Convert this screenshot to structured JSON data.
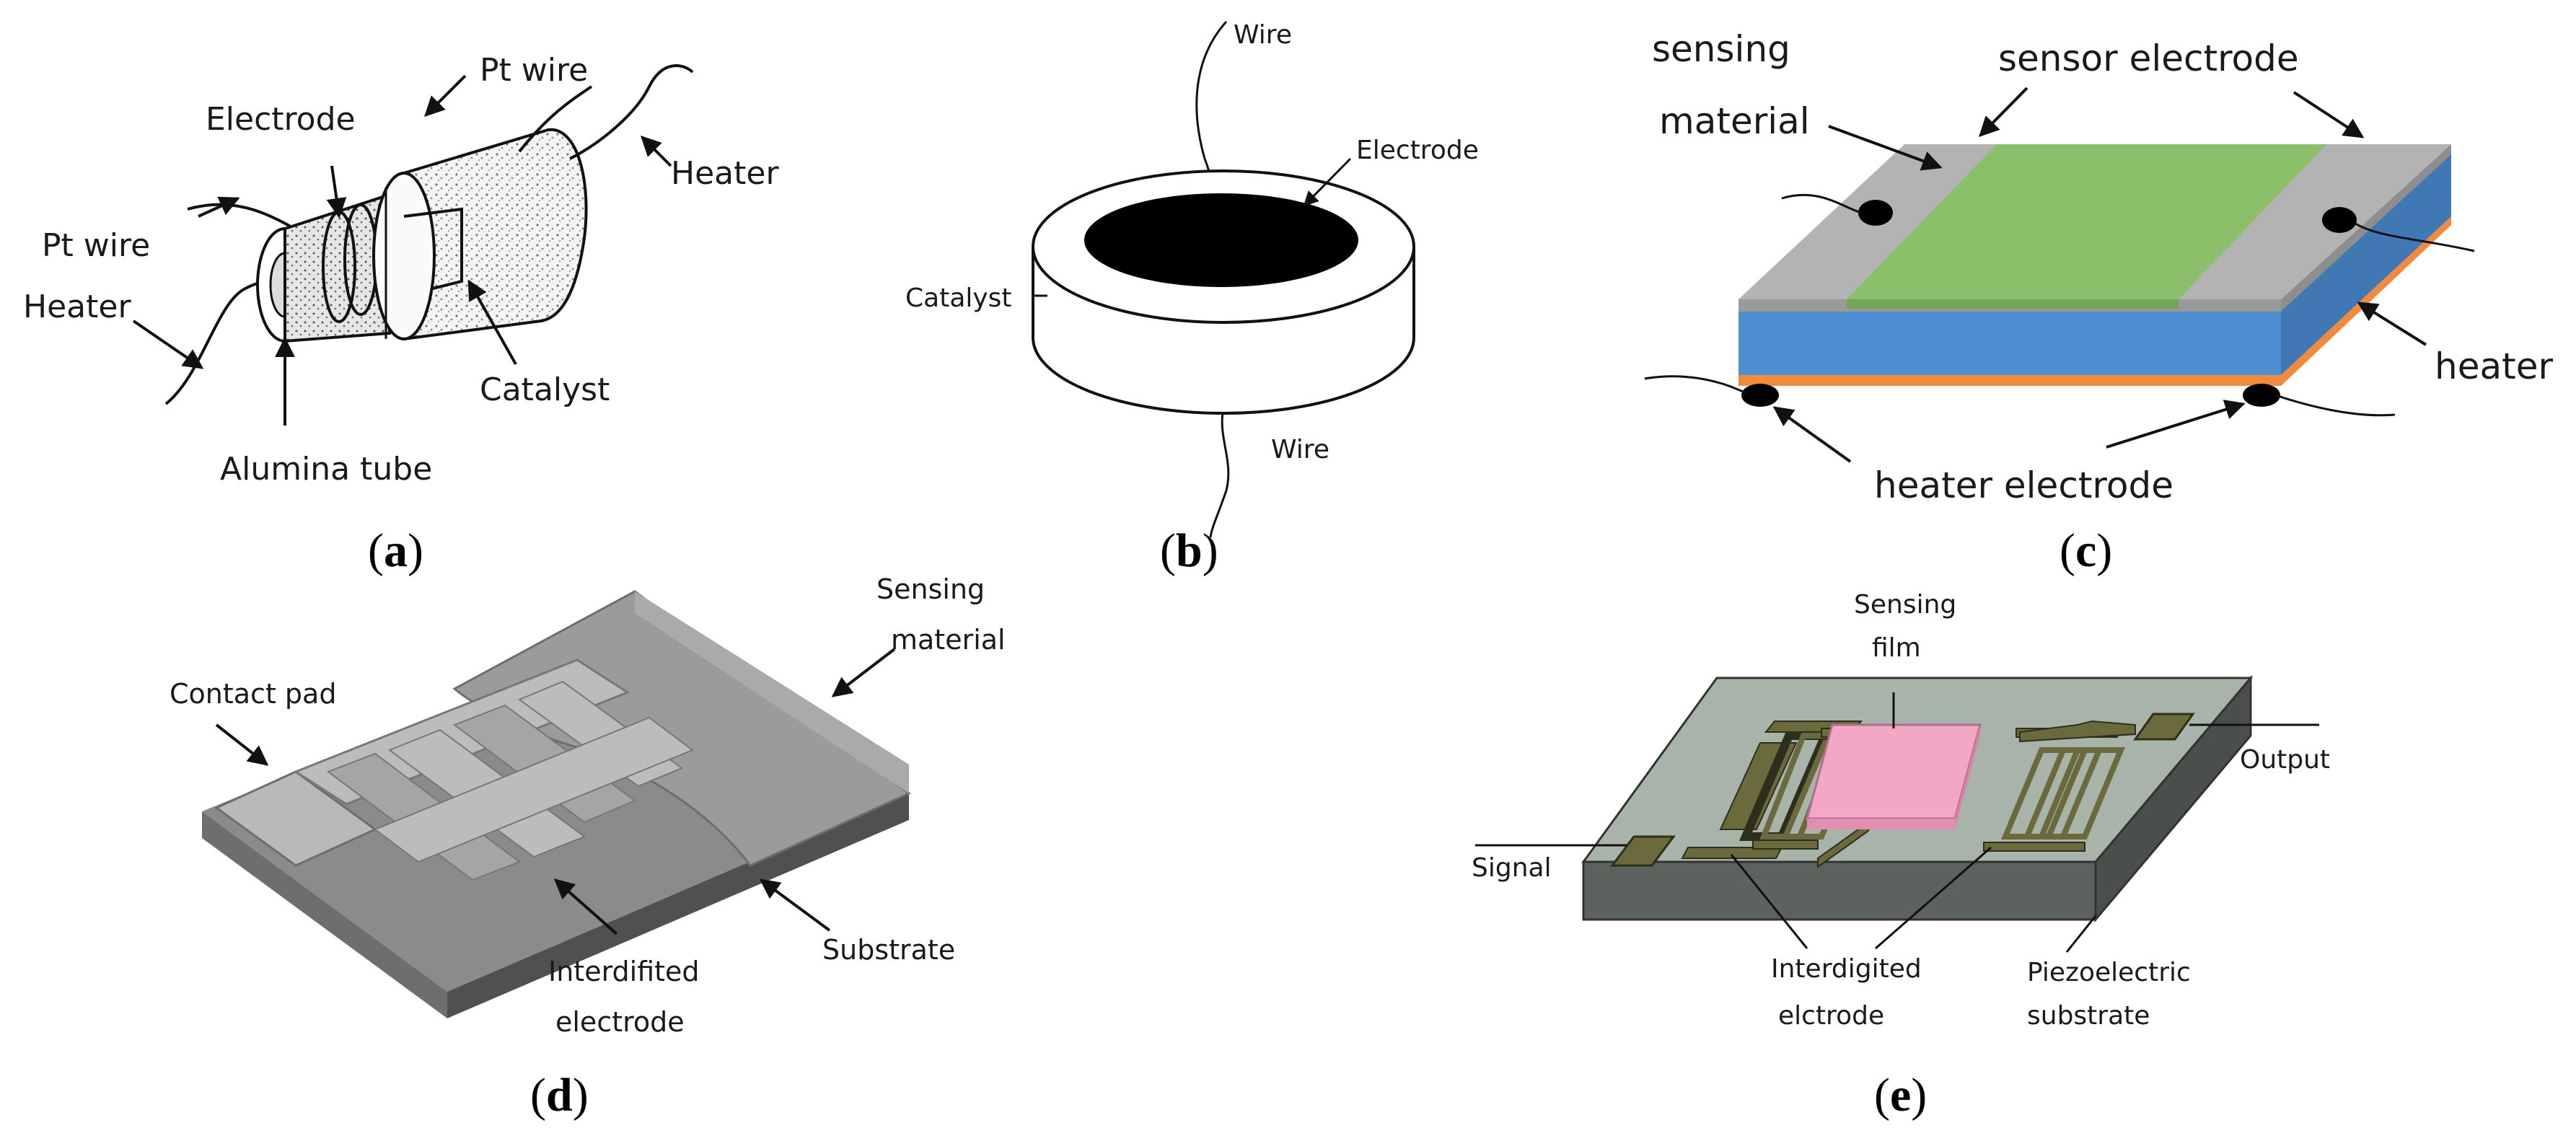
{
  "panels": {
    "a": {
      "caption_letter": "a",
      "labels": {
        "pt_wire_top": "Pt wire",
        "electrode": "Electrode",
        "heater_right": "Heater",
        "pt_wire_left": "Pt wire",
        "heater_left": "Heater",
        "catalyst": "Catalyst",
        "alumina_tube": "Alumina tube"
      }
    },
    "b": {
      "caption_letter": "b",
      "labels": {
        "wire_top": "Wire",
        "electrode": "Electrode",
        "catalyst": "Catalyst",
        "wire_bottom": "Wire"
      }
    },
    "c": {
      "caption_letter": "c",
      "labels": {
        "sensing": "sensing",
        "material": "material",
        "sensor_electrode": "sensor electrode",
        "heater": "heater",
        "heater_electrode": "heater electrode"
      },
      "colors": {
        "sensing_film": "#8cbf6a",
        "electrode_gray": "#b3b3b3",
        "substrate_blue": "#4f8fd1",
        "heater_orange": "#f08a3c"
      }
    },
    "d": {
      "caption_letter": "d",
      "labels": {
        "contact_pad": "Contact pad",
        "sensing": "Sensing",
        "material": "material",
        "interdigitated_1": "Interdifited",
        "interdigitated_2": "electrode",
        "substrate": "Substrate"
      }
    },
    "e": {
      "caption_letter": "e",
      "labels": {
        "sensing": "Sensing",
        "film": "film",
        "output": "Output",
        "signal": "Signal",
        "interdigited_1": "Interdigited",
        "interdigited_2": "elctrode",
        "piezo_1": "Piezoelectric",
        "piezo_2": "substrate"
      },
      "colors": {
        "sensing_film": "#f4a7c4",
        "electrode_olive": "#6b6a3c",
        "substrate_gray": "#a8b4aa"
      }
    }
  }
}
